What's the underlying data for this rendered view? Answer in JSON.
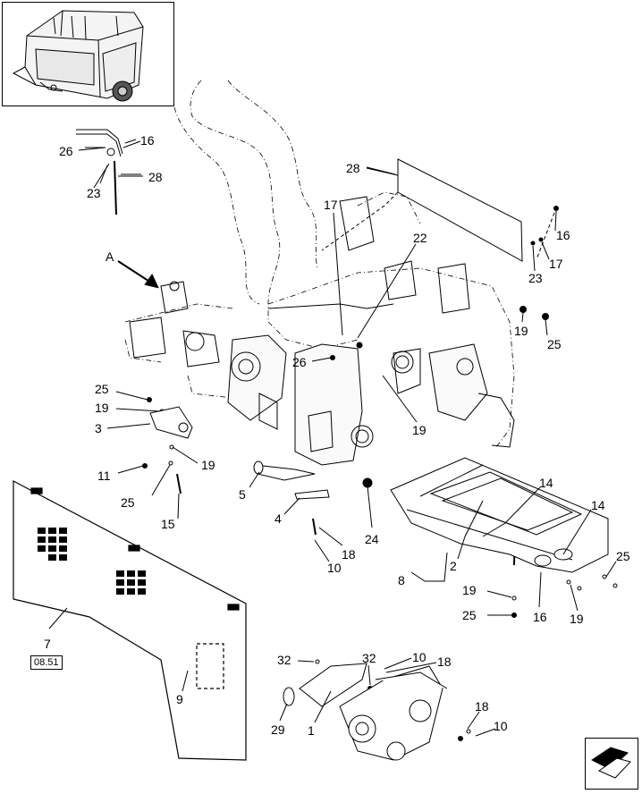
{
  "diagram": {
    "callouts": {
      "c16a": "16",
      "c26a": "26",
      "c23a": "23",
      "c28a": "28",
      "c28b": "28",
      "c17a": "17",
      "c22": "22",
      "c16b": "16",
      "c17b": "17",
      "c23b": "23",
      "cA": "A",
      "c19a": "19",
      "c25a": "25",
      "c26b": "26",
      "c25b": "25",
      "c19b": "19",
      "c3": "3",
      "c19c": "19",
      "c11": "11",
      "c19d": "19",
      "c25c": "25",
      "c15": "15",
      "c5": "5",
      "c4": "4",
      "c24": "24",
      "c18a": "18",
      "c10a": "10",
      "c14a": "14",
      "c14b": "14",
      "c2": "2",
      "c8": "8",
      "c25d": "25",
      "c19e": "19",
      "c25e": "25",
      "c16c": "16",
      "c19f": "19",
      "c7": "7",
      "c9": "9",
      "c32a": "32",
      "c32b": "32",
      "c10b": "10",
      "c18b": "18",
      "c29": "29",
      "c1": "1",
      "c18c": "18",
      "c10c": "10"
    },
    "reference": "08.51"
  }
}
